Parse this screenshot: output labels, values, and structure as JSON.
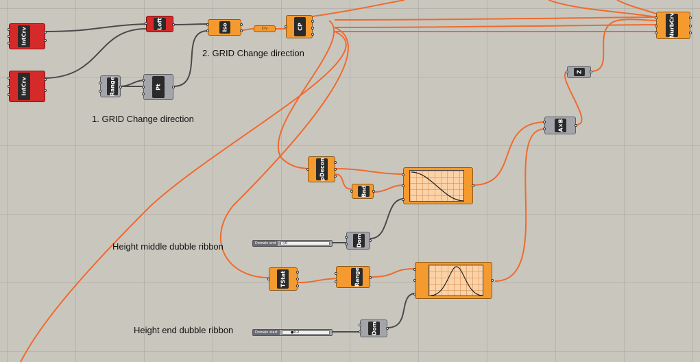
{
  "annotations": {
    "grid1": "1. GRID Change direction",
    "grid2": "2. GRID Change direction",
    "height_middle": "Height middle dubble ribbon",
    "height_end": "Height end dubble ribbon"
  },
  "components": {
    "intcrv1": "IntCrv",
    "intcrv2": "IntCrv",
    "loft": "Loft",
    "range1": "Range",
    "pt": "Pt",
    "iso": "Iso",
    "crv_param": "Crv",
    "cp": "CP",
    "nurbscrv": "NurbCrv",
    "z": "Z",
    "axb": "A×B",
    "pdecon": "pDecon",
    "bnd": "Bnd",
    "dom1": "Dom",
    "tstat": "TStat",
    "range2": "Range",
    "dom2": "Dom"
  },
  "sliders": {
    "domain_end": {
      "label": "Domain end",
      "value": "0"
    },
    "domain_start": {
      "label": "Domain start",
      "value": "0.2"
    }
  },
  "colors": {
    "canvas": "#c9c6be",
    "wire_orange": "#f06a2c",
    "wire_grey": "#4a4a4a",
    "component_orange": "#f59a2e",
    "component_red": "#d62a2a",
    "component_grey": "#a3a5aa"
  }
}
